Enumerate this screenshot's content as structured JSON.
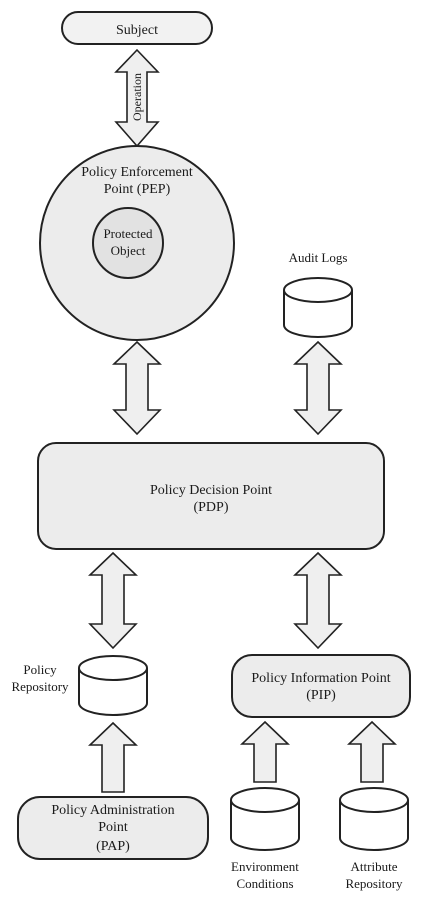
{
  "subject": "Subject",
  "operation": "Operation",
  "pep": {
    "line1": "Policy Enforcement",
    "line2": "Point (PEP)"
  },
  "protected_object": {
    "line1": "Protected",
    "line2": "Object"
  },
  "audit_logs": "Audit Logs",
  "pdp": {
    "line1": "Policy Decision Point",
    "line2": "(PDP)"
  },
  "policy_repository": {
    "line1": "Policy",
    "line2": "Repository"
  },
  "pip": {
    "line1": "Policy Information Point",
    "line2": "(PIP)"
  },
  "pap": {
    "line1": "Policy Administration",
    "line2": "Point",
    "line3": "(PAP)"
  },
  "environment_conditions": {
    "line1": "Environment",
    "line2": "Conditions"
  },
  "attribute_repository": {
    "line1": "Attribute",
    "line2": "Repository"
  }
}
